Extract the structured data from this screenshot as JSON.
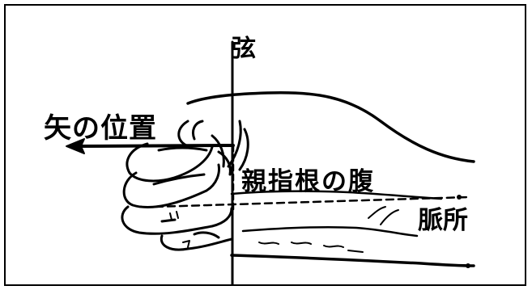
{
  "diagram": {
    "labels": {
      "string": "弦",
      "arrow_position": "矢の位置",
      "thumb_base": "親指根の腹",
      "pulse_point": "脈所"
    },
    "colors": {
      "ink": "#000000",
      "paper": "#ffffff"
    }
  }
}
